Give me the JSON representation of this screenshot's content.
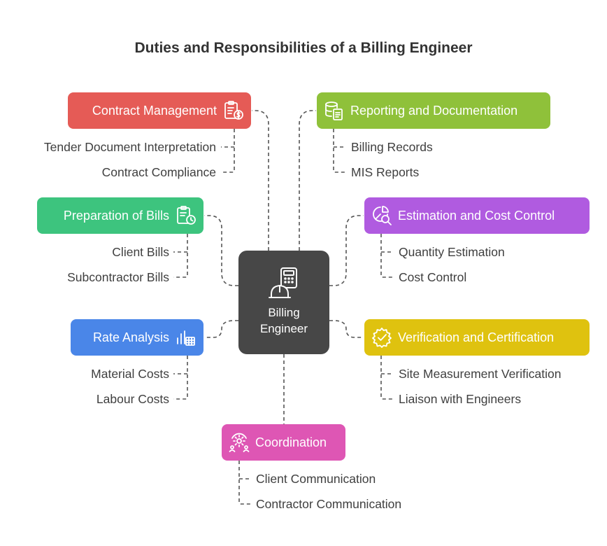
{
  "title": "Duties and Responsibilities of a Billing Engineer",
  "center": {
    "line1": "Billing",
    "line2": "Engineer",
    "icon": "engineer-calculator-icon"
  },
  "nodes": [
    {
      "id": "contract",
      "label": "Contract Management",
      "color": "#e55b56",
      "icon": "clipboard-dollar-icon",
      "items": [
        "Tender Document Interpretation",
        "Contract Compliance"
      ]
    },
    {
      "id": "preparation",
      "label": "Preparation of Bills",
      "color": "#3dc47e",
      "icon": "clipboard-clock-icon",
      "items": [
        "Client Bills",
        "Subcontractor Bills"
      ]
    },
    {
      "id": "rate",
      "label": "Rate Analysis",
      "color": "#4a86e8",
      "icon": "chart-table-icon",
      "items": [
        "Material Costs",
        "Labour Costs"
      ]
    },
    {
      "id": "reporting",
      "label": "Reporting and Documentation",
      "color": "#8fc13a",
      "icon": "database-document-icon",
      "items": [
        "Billing Records",
        "MIS Reports"
      ]
    },
    {
      "id": "estimation",
      "label": "Estimation and Cost Control",
      "color": "#b05be0",
      "icon": "pie-search-icon",
      "items": [
        "Quantity Estimation",
        "Cost Control"
      ]
    },
    {
      "id": "verification",
      "label": "Verification and Certification",
      "color": "#dfc20f",
      "icon": "gear-check-icon",
      "items": [
        "Site Measurement Verification",
        "Liaison with Engineers"
      ]
    },
    {
      "id": "coordination",
      "label": "Coordination",
      "color": "#de56b4",
      "icon": "team-network-icon",
      "items": [
        "Client Communication",
        "Contractor Communication"
      ]
    }
  ]
}
